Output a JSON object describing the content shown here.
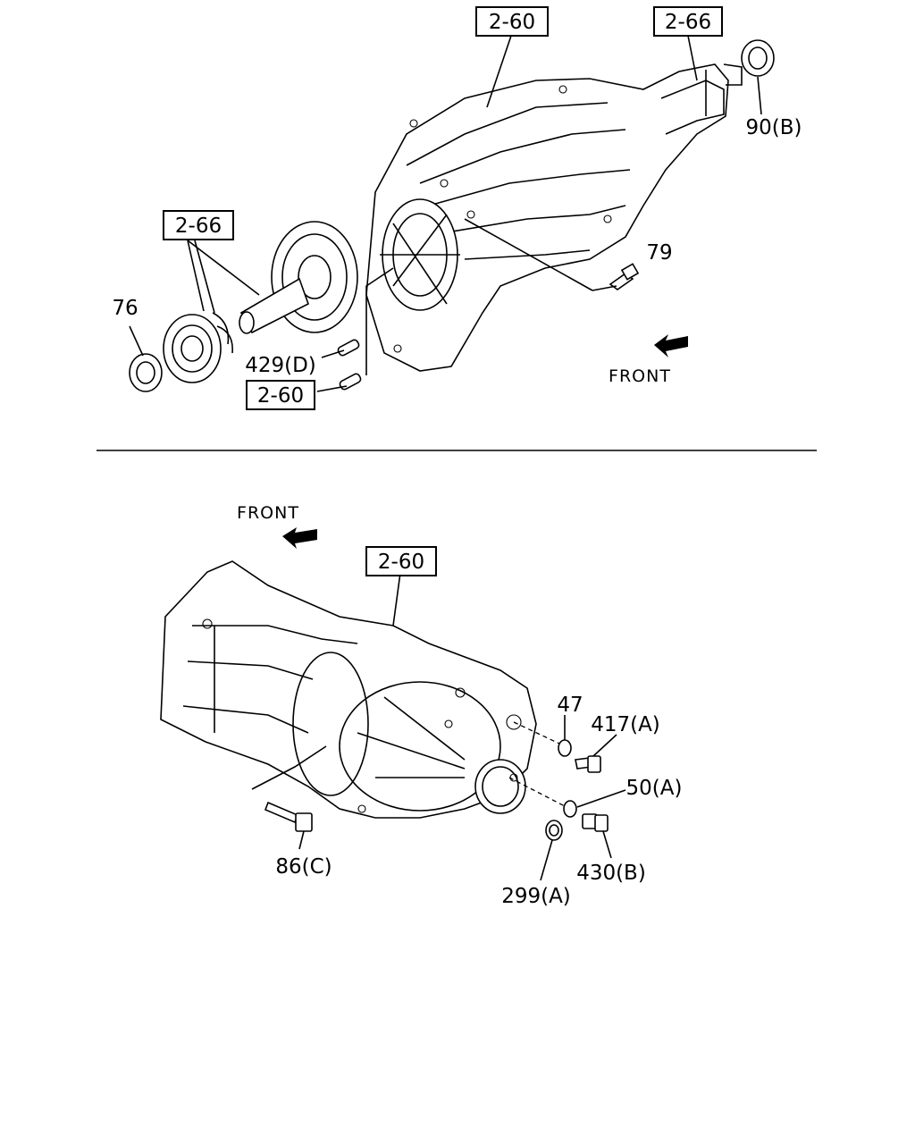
{
  "top_view": {
    "refs": {
      "case_ref_top": "2-60",
      "rear_ref_top": "2-66",
      "shaft_ref": "2-66",
      "dowel_ref": "2-60"
    },
    "parts": {
      "seal_rear": "90(B)",
      "bolt_79": "79",
      "seal_front": "76",
      "dowel": "429(D)"
    },
    "front_label": "FRONT"
  },
  "bottom_view": {
    "refs": {
      "case_ref": "2-60"
    },
    "parts": {
      "oring_47": "47",
      "bolt_417": "417(A)",
      "oring_50": "50(A)",
      "plug_430": "430(B)",
      "seal_299": "299(A)",
      "bolt_86": "86(C)"
    },
    "front_label": "FRONT"
  },
  "icons": [
    "front-arrow-icon"
  ],
  "colors": {
    "ink": "#000000",
    "paper": "#ffffff"
  }
}
